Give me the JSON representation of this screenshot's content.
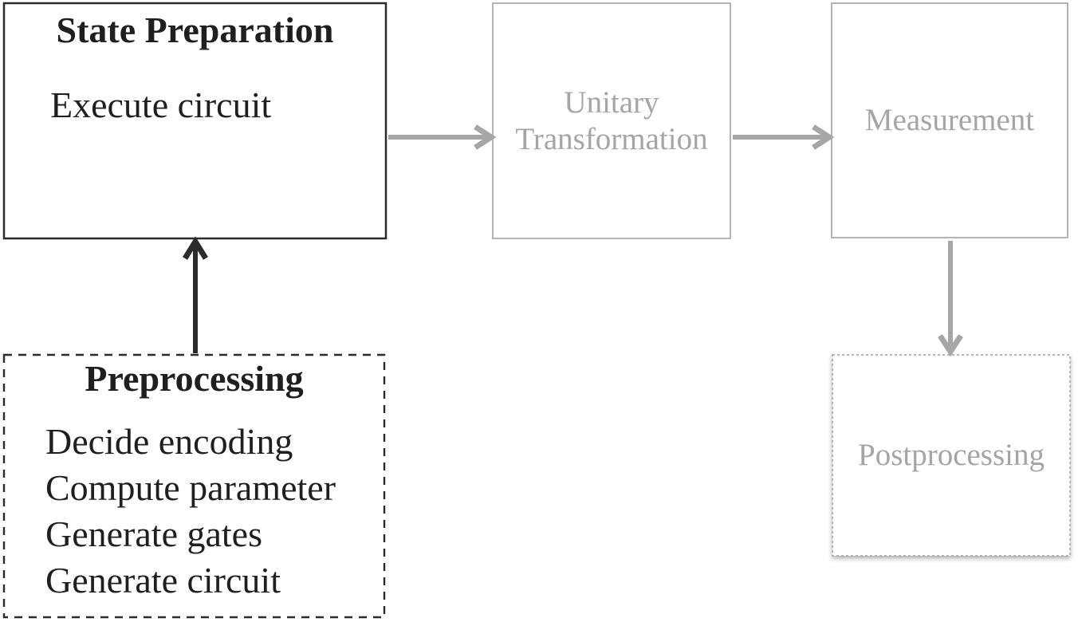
{
  "diagram": {
    "background_color": "#ffffff",
    "colors": {
      "active_text": "#1f1f1f",
      "active_border": "#2b2b2b",
      "active_arrow": "#2b2b2b",
      "inactive_text": "#a5a5a5",
      "inactive_border": "#b5b5b5",
      "inactive_arrow": "#a6a6a6"
    },
    "nodes": {
      "state_preparation": {
        "title": "State Preparation",
        "body": "Execute circuit",
        "emphasis": "active",
        "border_style": "solid"
      },
      "unitary_transformation": {
        "line1": "Unitary",
        "line2": "Transformation",
        "emphasis": "inactive",
        "border_style": "solid"
      },
      "measurement": {
        "label": "Measurement",
        "emphasis": "inactive",
        "border_style": "solid"
      },
      "postprocessing": {
        "label": "Postprocessing",
        "emphasis": "inactive",
        "border_style": "dotted"
      },
      "preprocessing": {
        "title": "Preprocessing",
        "items": [
          "Decide encoding",
          "Compute parameter",
          "Generate gates",
          "Generate circuit"
        ],
        "emphasis": "active",
        "border_style": "dashed"
      }
    },
    "flows": [
      {
        "from": "Preprocessing",
        "to": "State Preparation",
        "style": "black",
        "direction": "up"
      },
      {
        "from": "State Preparation",
        "to": "Unitary Transformation",
        "style": "gray",
        "direction": "right"
      },
      {
        "from": "Unitary Transformation",
        "to": "Measurement",
        "style": "gray",
        "direction": "right"
      },
      {
        "from": "Measurement",
        "to": "Postprocessing",
        "style": "gray",
        "direction": "down"
      }
    ]
  }
}
